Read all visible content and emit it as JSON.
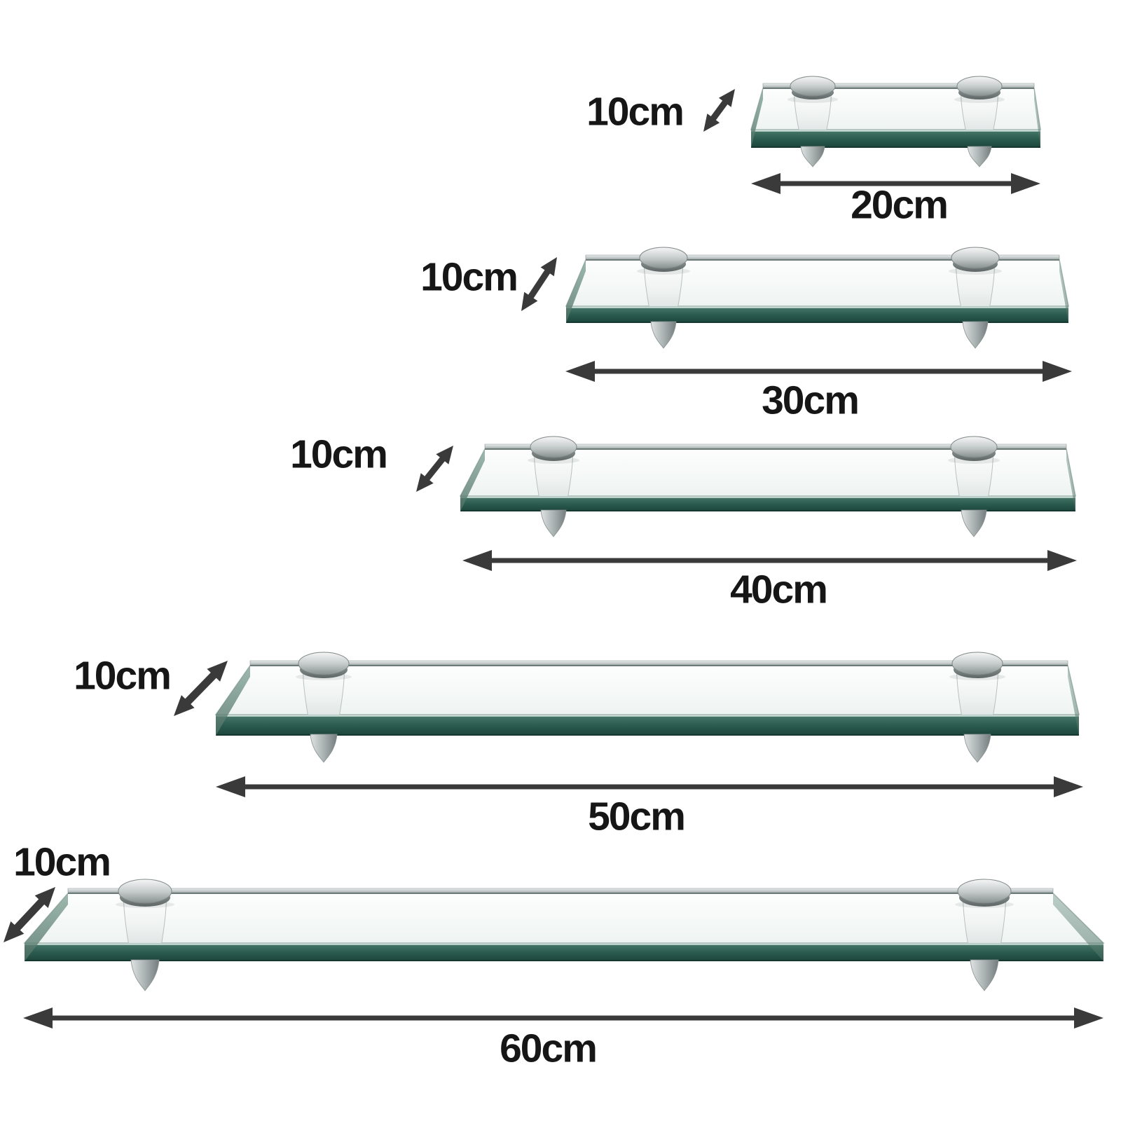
{
  "colors": {
    "background": "#ffffff",
    "text": "#161616",
    "arrow": "#3a3a3a",
    "glass_edge_green": "#2b5b4e",
    "glass_line": "#a8b6b3",
    "metal_chrome": "#c2c8c8",
    "bracket_cone_white": "#eef2f1"
  },
  "icons": {
    "depth_arrow": "double-headed-diagonal-arrow-icon",
    "width_arrow": "double-headed-horizontal-arrow-icon"
  },
  "shelves": [
    {
      "depth_label": "10cm",
      "width_label": "20cm"
    },
    {
      "depth_label": "10cm",
      "width_label": "30cm"
    },
    {
      "depth_label": "10cm",
      "width_label": "40cm"
    },
    {
      "depth_label": "10cm",
      "width_label": "50cm"
    },
    {
      "depth_label": "10cm",
      "width_label": "60cm"
    }
  ]
}
